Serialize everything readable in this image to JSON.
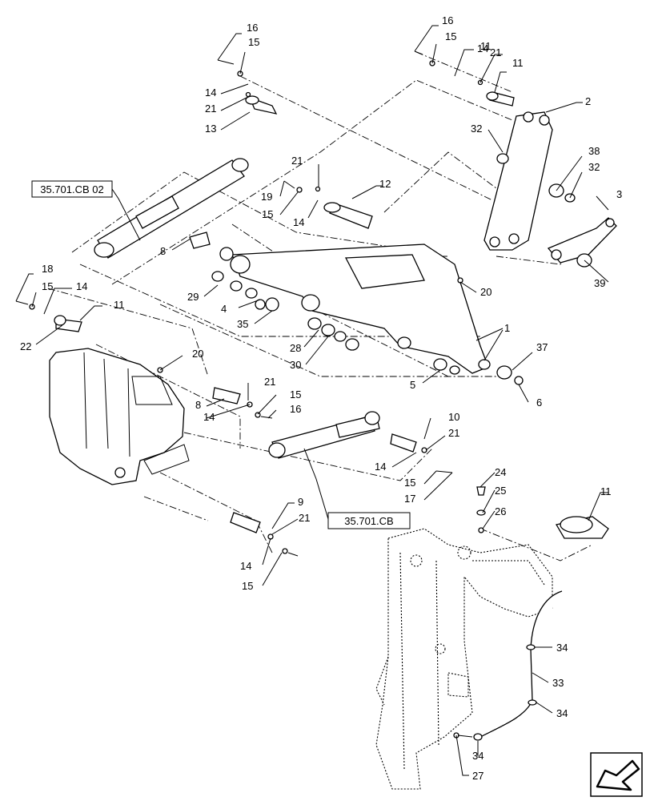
{
  "diagram": {
    "references": [
      "35.701.CB 02",
      "35.701.CB"
    ],
    "callouts": [
      "1",
      "2",
      "3",
      "4",
      "5",
      "6",
      "8",
      "8",
      "9",
      "10",
      "11",
      "11",
      "11",
      "11",
      "12",
      "13",
      "14",
      "14",
      "14",
      "14",
      "14",
      "14",
      "14",
      "15",
      "15",
      "15",
      "15",
      "15",
      "15",
      "15",
      "16",
      "16",
      "16",
      "17",
      "18",
      "19",
      "20",
      "20",
      "21",
      "21",
      "21",
      "21",
      "21",
      "21",
      "22",
      "24",
      "25",
      "26",
      "27",
      "28",
      "29",
      "30",
      "32",
      "32",
      "33",
      "34",
      "34",
      "34",
      "35",
      "37",
      "38",
      "39"
    ]
  },
  "nav_icon": "arrow-icon"
}
